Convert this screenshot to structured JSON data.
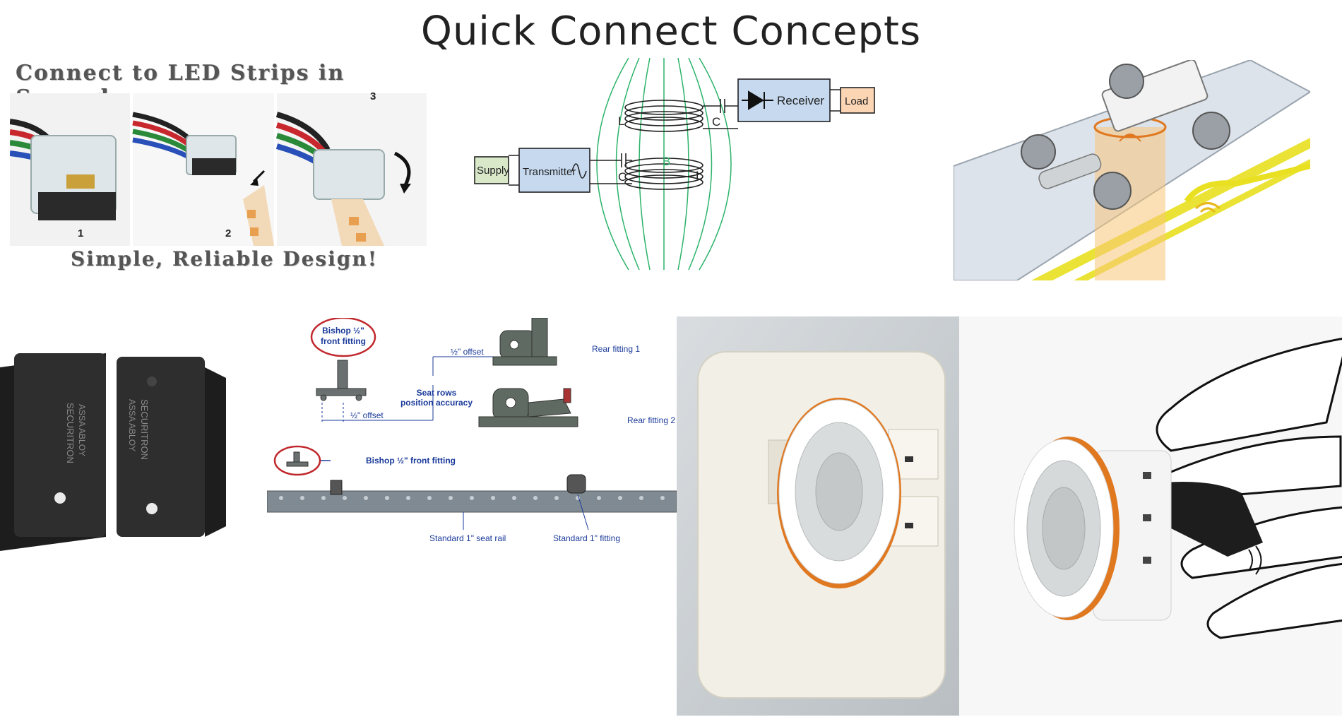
{
  "slide": {
    "title": "Quick Connect Concepts"
  },
  "led_connector": {
    "heading": "Connect to LED Strips in Seconds",
    "footer": "Simple, Reliable Design!",
    "steps": [
      "1",
      "2",
      "3"
    ]
  },
  "wireless_circuit": {
    "supply": "Supply",
    "transmitter": "Transmitter",
    "receiver": "Receiver",
    "load": "Load",
    "inductor_label": "L",
    "capacitor_label": "C",
    "field_label": "B"
  },
  "seat_fitting": {
    "bishop_circle": "Bishop ½\" front fitting",
    "bishop_circle_line1": "Bishop ½\"",
    "bishop_circle_line2": "front fitting",
    "offset_top": "½\" offset",
    "offset_bottom": "½\" offset",
    "seat_rows_line1": "Seat rows",
    "seat_rows_line2": "position accuracy",
    "rear_fitting_1": "Rear fitting 1",
    "rear_fitting_2": "Rear fitting 2",
    "bishop_fitting": "Bishop ½\" front fitting",
    "standard_rail": "Standard 1\" seat rail",
    "standard_fitting": "Standard 1\" fitting"
  },
  "magnetic_lock": {
    "brand_1": "SECURITRON",
    "brand_2": "ASSA ABLOY"
  },
  "colors": {
    "circuit_box": "#c6d9ef",
    "load_box": "#fcd5b4",
    "supply_box": "#d8e8c8",
    "field_line": "#2db36a",
    "fitting_blue": "#1a3a9a",
    "fitting_circle": "#c0282d",
    "outlet_accent": "#e07820",
    "charging_yellow": "#e8e020"
  }
}
